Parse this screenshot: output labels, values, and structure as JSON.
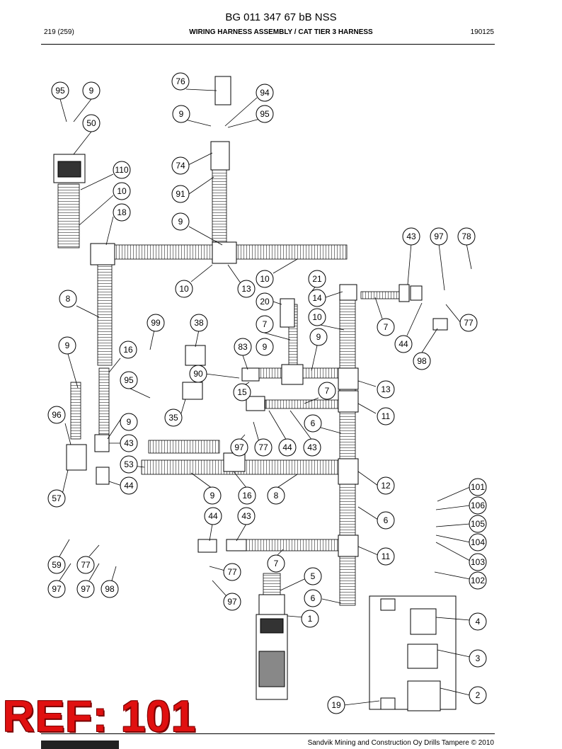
{
  "header": {
    "doc_id": "BG 011 347 67 bB NSS",
    "page": "219 (259)",
    "title": "WIRING HARNESS ASSEMBLY / CAT TIER 3 HARNESS",
    "code": "190125"
  },
  "callouts": {
    "c95a": "95",
    "c9a": "9",
    "c50": "50",
    "c110": "110",
    "c10a": "10",
    "c18": "18",
    "c76": "76",
    "c94": "94",
    "c9b": "9",
    "c95b": "95",
    "c74": "74",
    "c91": "91",
    "c9c": "9",
    "c43a": "43",
    "c97a": "97",
    "c78": "78",
    "c10b": "10",
    "c10c": "10",
    "c13a": "13",
    "c21": "21",
    "c20": "20",
    "c14": "14",
    "c8a": "8",
    "c99": "99",
    "c38": "38",
    "c7a": "7",
    "c10d": "10",
    "c7b": "7",
    "c77a": "77",
    "c9d": "9",
    "c16a": "16",
    "c83": "83",
    "c9e": "9",
    "c9f": "9",
    "c44a": "44",
    "c98a": "98",
    "c90": "90",
    "c95c": "95",
    "c15": "15",
    "c7c": "7",
    "c13b": "13",
    "c96": "96",
    "c9g": "9",
    "c35": "35",
    "c11a": "11",
    "c6a": "6",
    "c43b": "43",
    "c97b": "97",
    "c77b": "77",
    "c44b": "44",
    "c43c": "43",
    "c53": "53",
    "c44c": "44",
    "c57": "57",
    "c9h": "9",
    "c16b": "16",
    "c8b": "8",
    "c12": "12",
    "c101": "101",
    "c106": "106",
    "c44d": "44",
    "c43d": "43",
    "c6b": "6",
    "c105": "105",
    "c104": "104",
    "c59": "59",
    "c77c": "77",
    "c7d": "7",
    "c11b": "11",
    "c103": "103",
    "c77d": "77",
    "c5": "5",
    "c102": "102",
    "c97c": "97",
    "c97d": "97",
    "c98b": "98",
    "c97e": "97",
    "c6c": "6",
    "c1": "1",
    "c4": "4",
    "c3": "3",
    "c2": "2",
    "c19": "19"
  },
  "ref_stamp": "REF: 101",
  "footer": {
    "copyright": "Sandvik Mining and Construction Oy Drills Tampere © 2010"
  },
  "colors": {
    "line": "#000000",
    "stamp": "#e01010"
  }
}
